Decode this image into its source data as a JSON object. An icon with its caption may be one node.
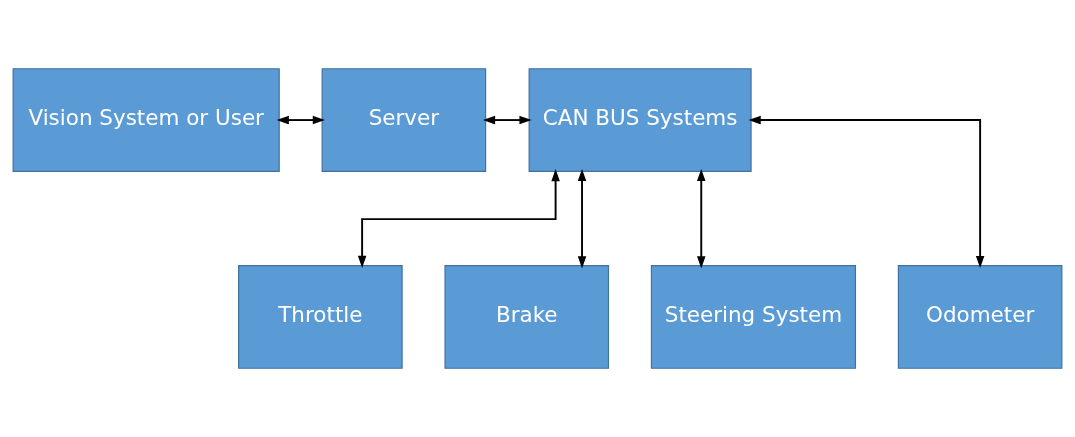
{
  "diagram": {
    "nodes": [
      {
        "text": [
          "Vision System or User"
        ]
      },
      {
        "text": [
          "Server"
        ]
      },
      {
        "text": [
          "CAN BUS Systems"
        ]
      },
      {
        "text": [
          "Throttle"
        ]
      },
      {
        "text": [
          "Brake"
        ]
      },
      {
        "text": [
          "Steering System"
        ]
      },
      {
        "text": [
          "Odometer"
        ]
      }
    ],
    "edges": [
      {
        "from": 0,
        "to": 1,
        "arrow": "both"
      },
      {
        "from": 1,
        "to": 2,
        "arrow": "both"
      },
      {
        "from": 2,
        "to": 3,
        "arrow": "both"
      },
      {
        "from": 2,
        "to": 4,
        "arrow": "both"
      },
      {
        "from": 2,
        "to": 5,
        "arrow": "both"
      },
      {
        "from": 2,
        "to": 6,
        "arrow": "both"
      }
    ]
  }
}
